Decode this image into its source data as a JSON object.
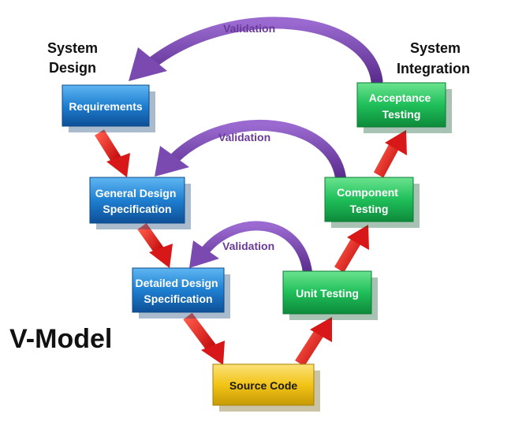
{
  "title": "V-Model",
  "phases": {
    "left": [
      "System",
      "Design"
    ],
    "right": [
      "System",
      "Integration"
    ]
  },
  "validation_label": "Validation",
  "nodes": {
    "requirements": [
      "Requirements"
    ],
    "general_design": [
      "General Design",
      "Specification"
    ],
    "detailed_design": [
      "Detailed Design",
      "Specification"
    ],
    "source_code": [
      "Source Code"
    ],
    "unit_testing": [
      "Unit Testing"
    ],
    "component_testing": [
      "Component",
      "Testing"
    ],
    "acceptance_testing": [
      "Acceptance",
      "Testing"
    ]
  },
  "colors": {
    "design_box": "#1f7fd0",
    "testing_box": "#1fbf5a",
    "code_box": "#f2c417",
    "flow_arrow": "#e41e1e",
    "validation_arrow": "#7a4ab0"
  }
}
